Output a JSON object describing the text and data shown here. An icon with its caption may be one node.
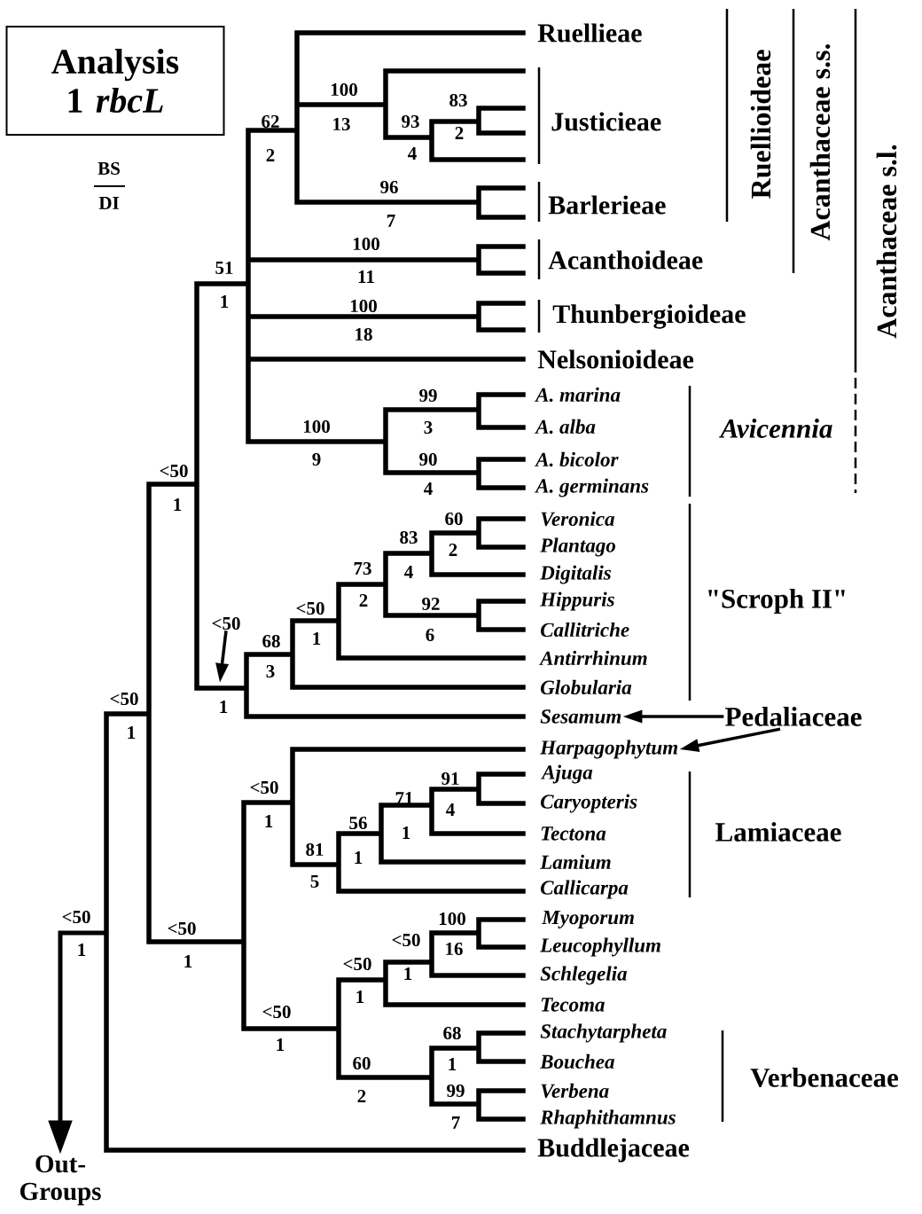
{
  "diagram": {
    "nodes": [
      {
        "text": [
          "Analysis 1 *rbcL*"
        ]
      },
      {
        "text": [
          "<50"
        ]
      },
      {
        "text": [
          "Sesamum"
        ]
      },
      {
        "text": [
          "Pedaliaceae"
        ]
      },
      {
        "text": [
          "Harpagophytum"
        ]
      },
      {
        "text": [
          "Out-Groups"
        ]
      }
    ],
    "edges": [
      {
        "from": 1,
        "to": null,
        "arrow": "to"
      },
      {
        "from": 3,
        "to": 2,
        "arrow": "to"
      },
      {
        "from": 3,
        "to": 4,
        "arrow": "to"
      },
      {
        "from": null,
        "to": 5,
        "arrow": "to"
      }
    ],
    "labels": [
      "BS",
      "DI",
      "Ruellieae",
      "62",
      "2",
      "100",
      "13",
      "83",
      "2",
      "Justicieae",
      "93",
      "4",
      "96",
      "7",
      "Barlerieae",
      "Ruellioideae",
      "Acanthaceae s.s.",
      "Acanthaceae s.l.",
      "100",
      "11",
      "Acanthoideae",
      "51",
      "1",
      "100",
      "18",
      "Thunbergioideae",
      "Nelsonioideae",
      "99",
      "A. marina",
      "3",
      "A. alba",
      "Avicennia",
      "100",
      "9",
      "90",
      "A. bicolor",
      "<50",
      "4",
      "A. germinans",
      "1",
      "60",
      "Veronica",
      "83",
      "2",
      "Plantago",
      "73",
      "4",
      "Digitalis",
      "2",
      "92",
      "Hippuris",
      "\"Scroph II\"",
      "<50",
      "Callitriche",
      "68",
      "1",
      "6",
      "Antirrhinum",
      "3",
      "Globularia",
      "1",
      "<50",
      "1",
      "<50",
      "Ajuga",
      "91",
      "71",
      "4",
      "Caryopteris",
      "56",
      "1",
      "Tectona",
      "Lamiaceae",
      "1",
      "81",
      "1",
      "Lamium",
      "5",
      "Callicarpa",
      "100",
      "Myoporum",
      "<50",
      "<50",
      "<50",
      "16",
      "Leucophyllum",
      "1",
      "1",
      "<50",
      "1",
      "Schlegelia",
      "1",
      "Tecoma",
      "<50",
      "68",
      "Stachytarpheta",
      "1",
      "60",
      "1",
      "Bouchea",
      "Verbenaceae",
      "2",
      "99",
      "Verbena",
      "7",
      "Rhaphithamnus",
      "Buddlejaceae"
    ]
  }
}
